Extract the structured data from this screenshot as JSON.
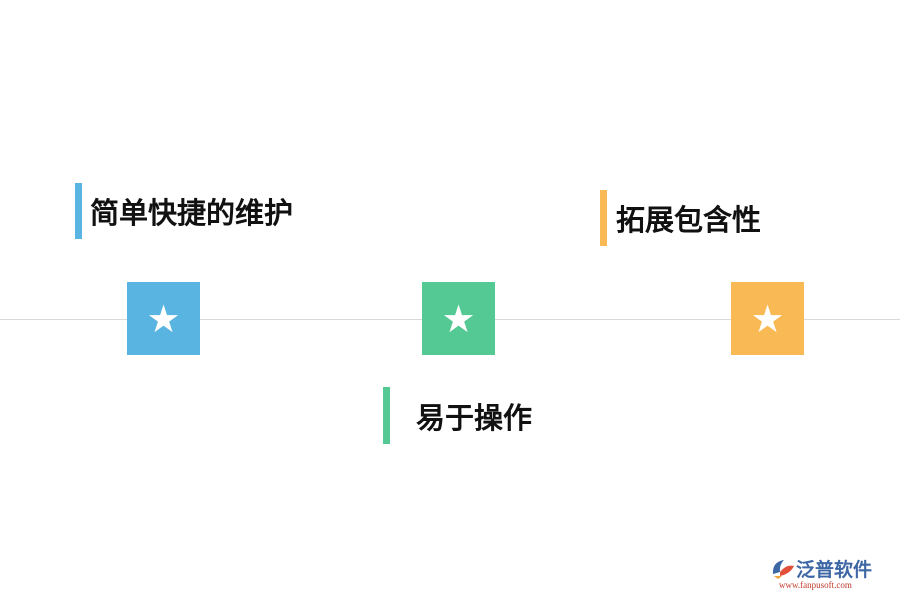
{
  "features": [
    {
      "label": "简单快捷的维护",
      "color": "#5ab4e1"
    },
    {
      "label": "易于操作",
      "color": "#54c993"
    },
    {
      "label": "拓展包含性",
      "color": "#f9b955"
    }
  ],
  "marker_glyph": "★",
  "marker_icon": "star-icon",
  "brand": {
    "name": "泛普软件",
    "url": "www.fanpusoft.com"
  }
}
